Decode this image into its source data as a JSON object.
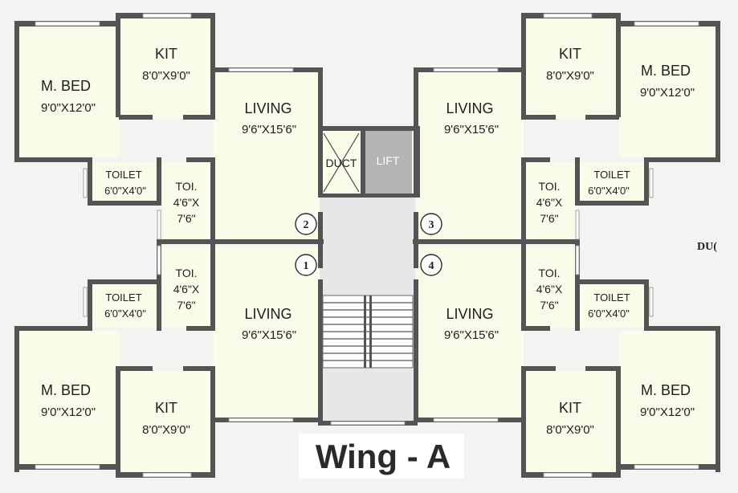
{
  "title": "Wing - A",
  "edge_label": "DU(",
  "core": {
    "duct": "DUCT",
    "lift": "LIFT"
  },
  "flats": [
    {
      "number": "1"
    },
    {
      "number": "2"
    },
    {
      "number": "3"
    },
    {
      "number": "4"
    }
  ],
  "rooms": {
    "mbed": {
      "name": "M. BED",
      "size": "9'0\"X12'0\""
    },
    "kit": {
      "name": "KIT",
      "size": "8'0\"X9'0\""
    },
    "living": {
      "name": "LIVING",
      "size": "9'6\"X15'6\""
    },
    "toilet": {
      "name": "TOILET",
      "size": "6'0\"X4'0\""
    },
    "toi": {
      "name": "TOI.",
      "size_line1": "4'6\"X",
      "size_line2": "7'6\""
    }
  },
  "colors": {
    "wall": "#545454",
    "room_fill": "#fbfbea",
    "lift_fill": "#b3b4b4",
    "core_fill": "#e6e7e8"
  }
}
